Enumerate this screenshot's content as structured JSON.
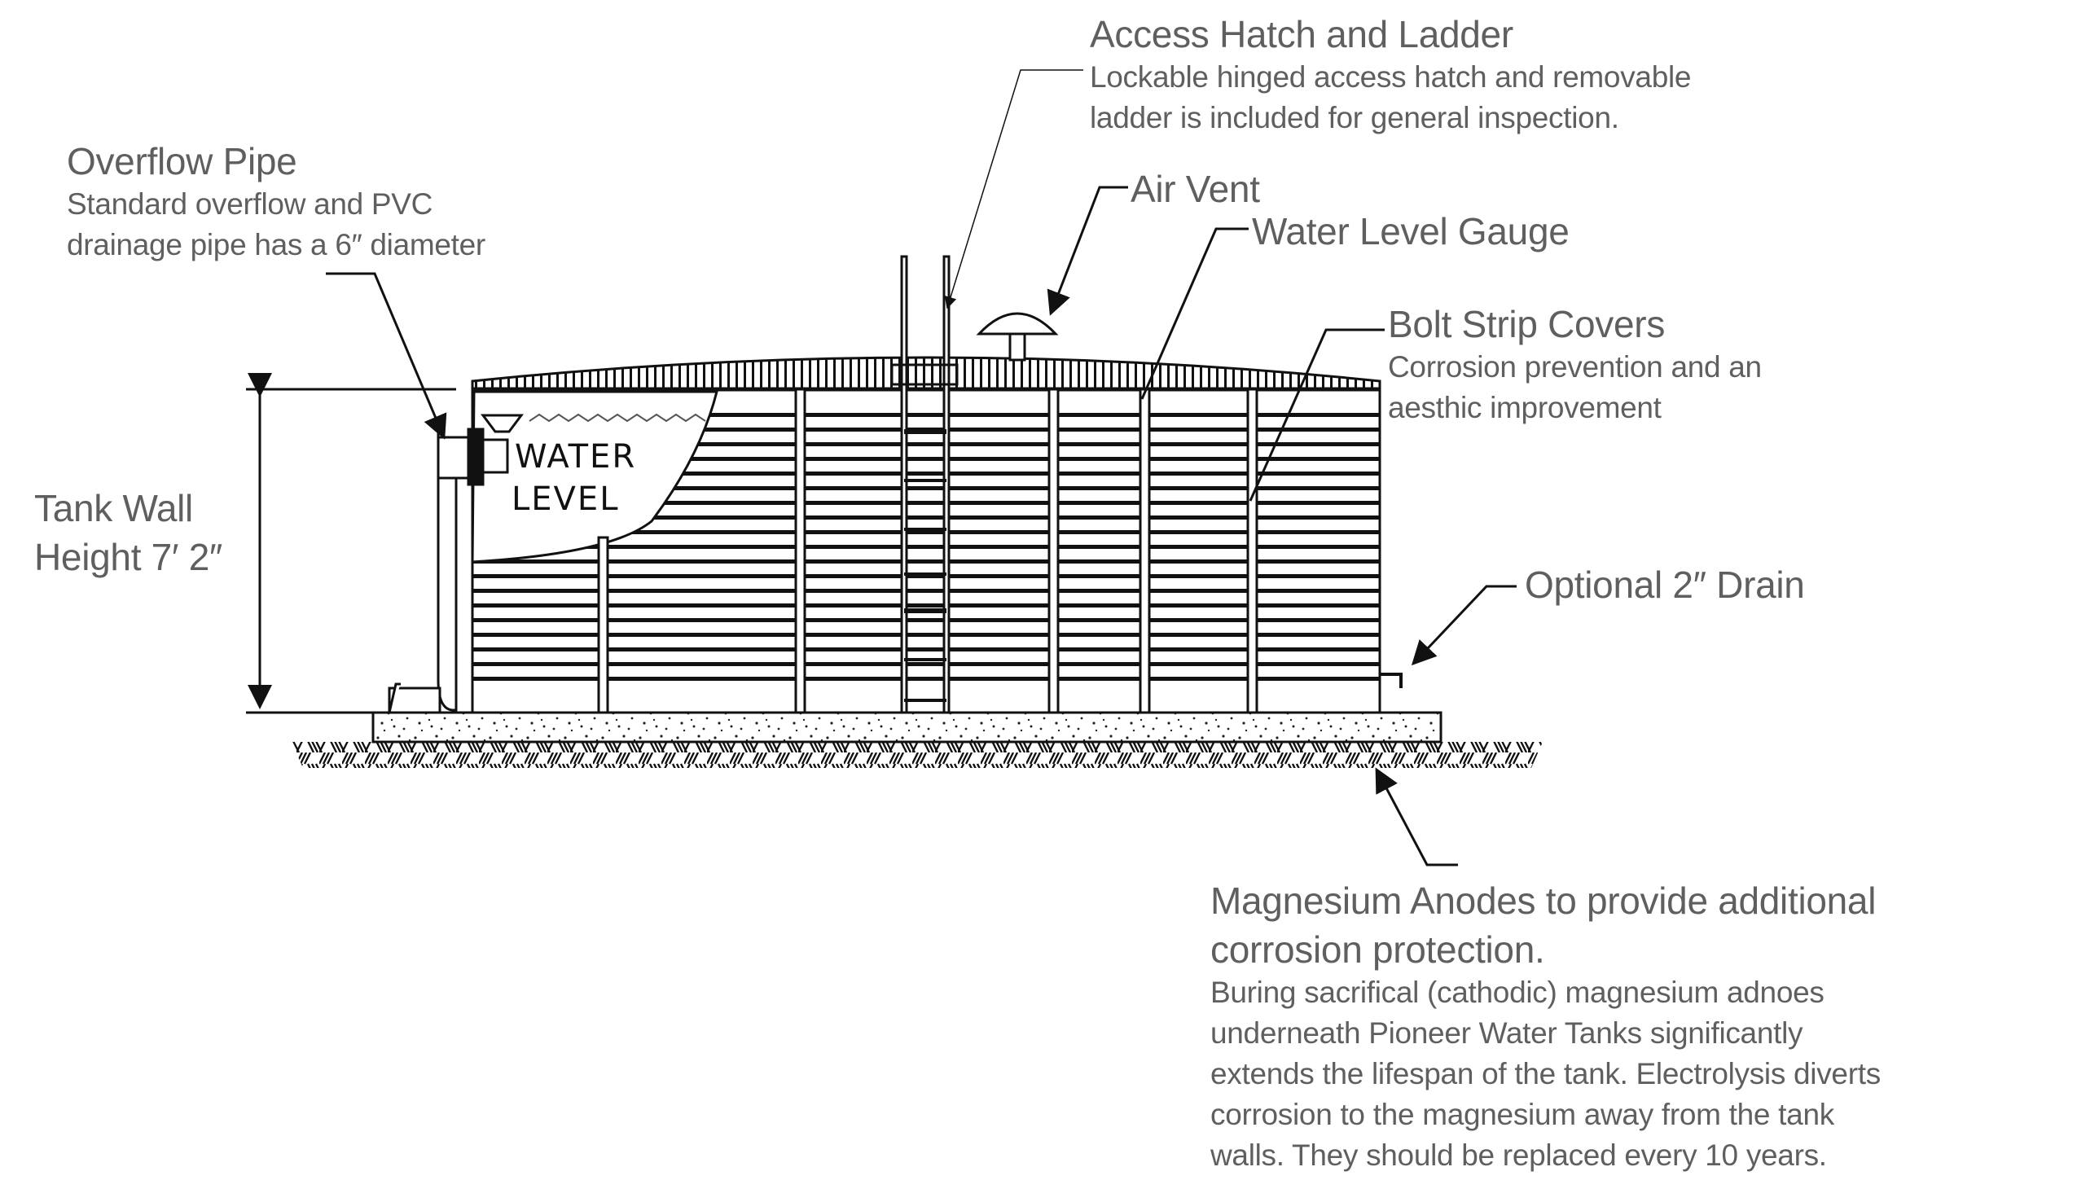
{
  "callouts": {
    "overflow_pipe": {
      "title": "Overflow Pipe",
      "lines": [
        "Standard overflow and PVC",
        "drainage pipe has a 6″ diameter"
      ]
    },
    "access_hatch": {
      "title": "Access Hatch and Ladder",
      "lines": [
        "Lockable hinged access hatch and removable",
        "ladder is included for general inspection."
      ]
    },
    "air_vent": {
      "title": "Air Vent"
    },
    "water_level_gauge": {
      "title": "Water Level Gauge"
    },
    "bolt_strip_covers": {
      "title": "Bolt Strip Covers",
      "lines": [
        "Corrosion prevention and an",
        "aesthic improvement"
      ]
    },
    "tank_wall": {
      "lines": [
        "Tank Wall",
        "Height 7′ 2″"
      ]
    },
    "drain": {
      "title": "Optional 2″ Drain"
    },
    "anodes": {
      "title_lines": [
        "Magnesium Anodes to provide additional",
        "corrosion protection."
      ],
      "lines": [
        "Buring sacrifical (cathodic) magnesium adnoes",
        "underneath Pioneer Water Tanks significantly",
        "extends the lifespan of the tank. Electrolysis diverts",
        "corrosion to the magnesium away from the tank",
        "walls. They should be replaced every 10 years."
      ]
    }
  },
  "tank": {
    "water_level_tag": [
      "WATER",
      "LEVEL"
    ]
  },
  "colors": {
    "text": "#5f5f5f",
    "line": "#111111",
    "background": "#ffffff"
  }
}
